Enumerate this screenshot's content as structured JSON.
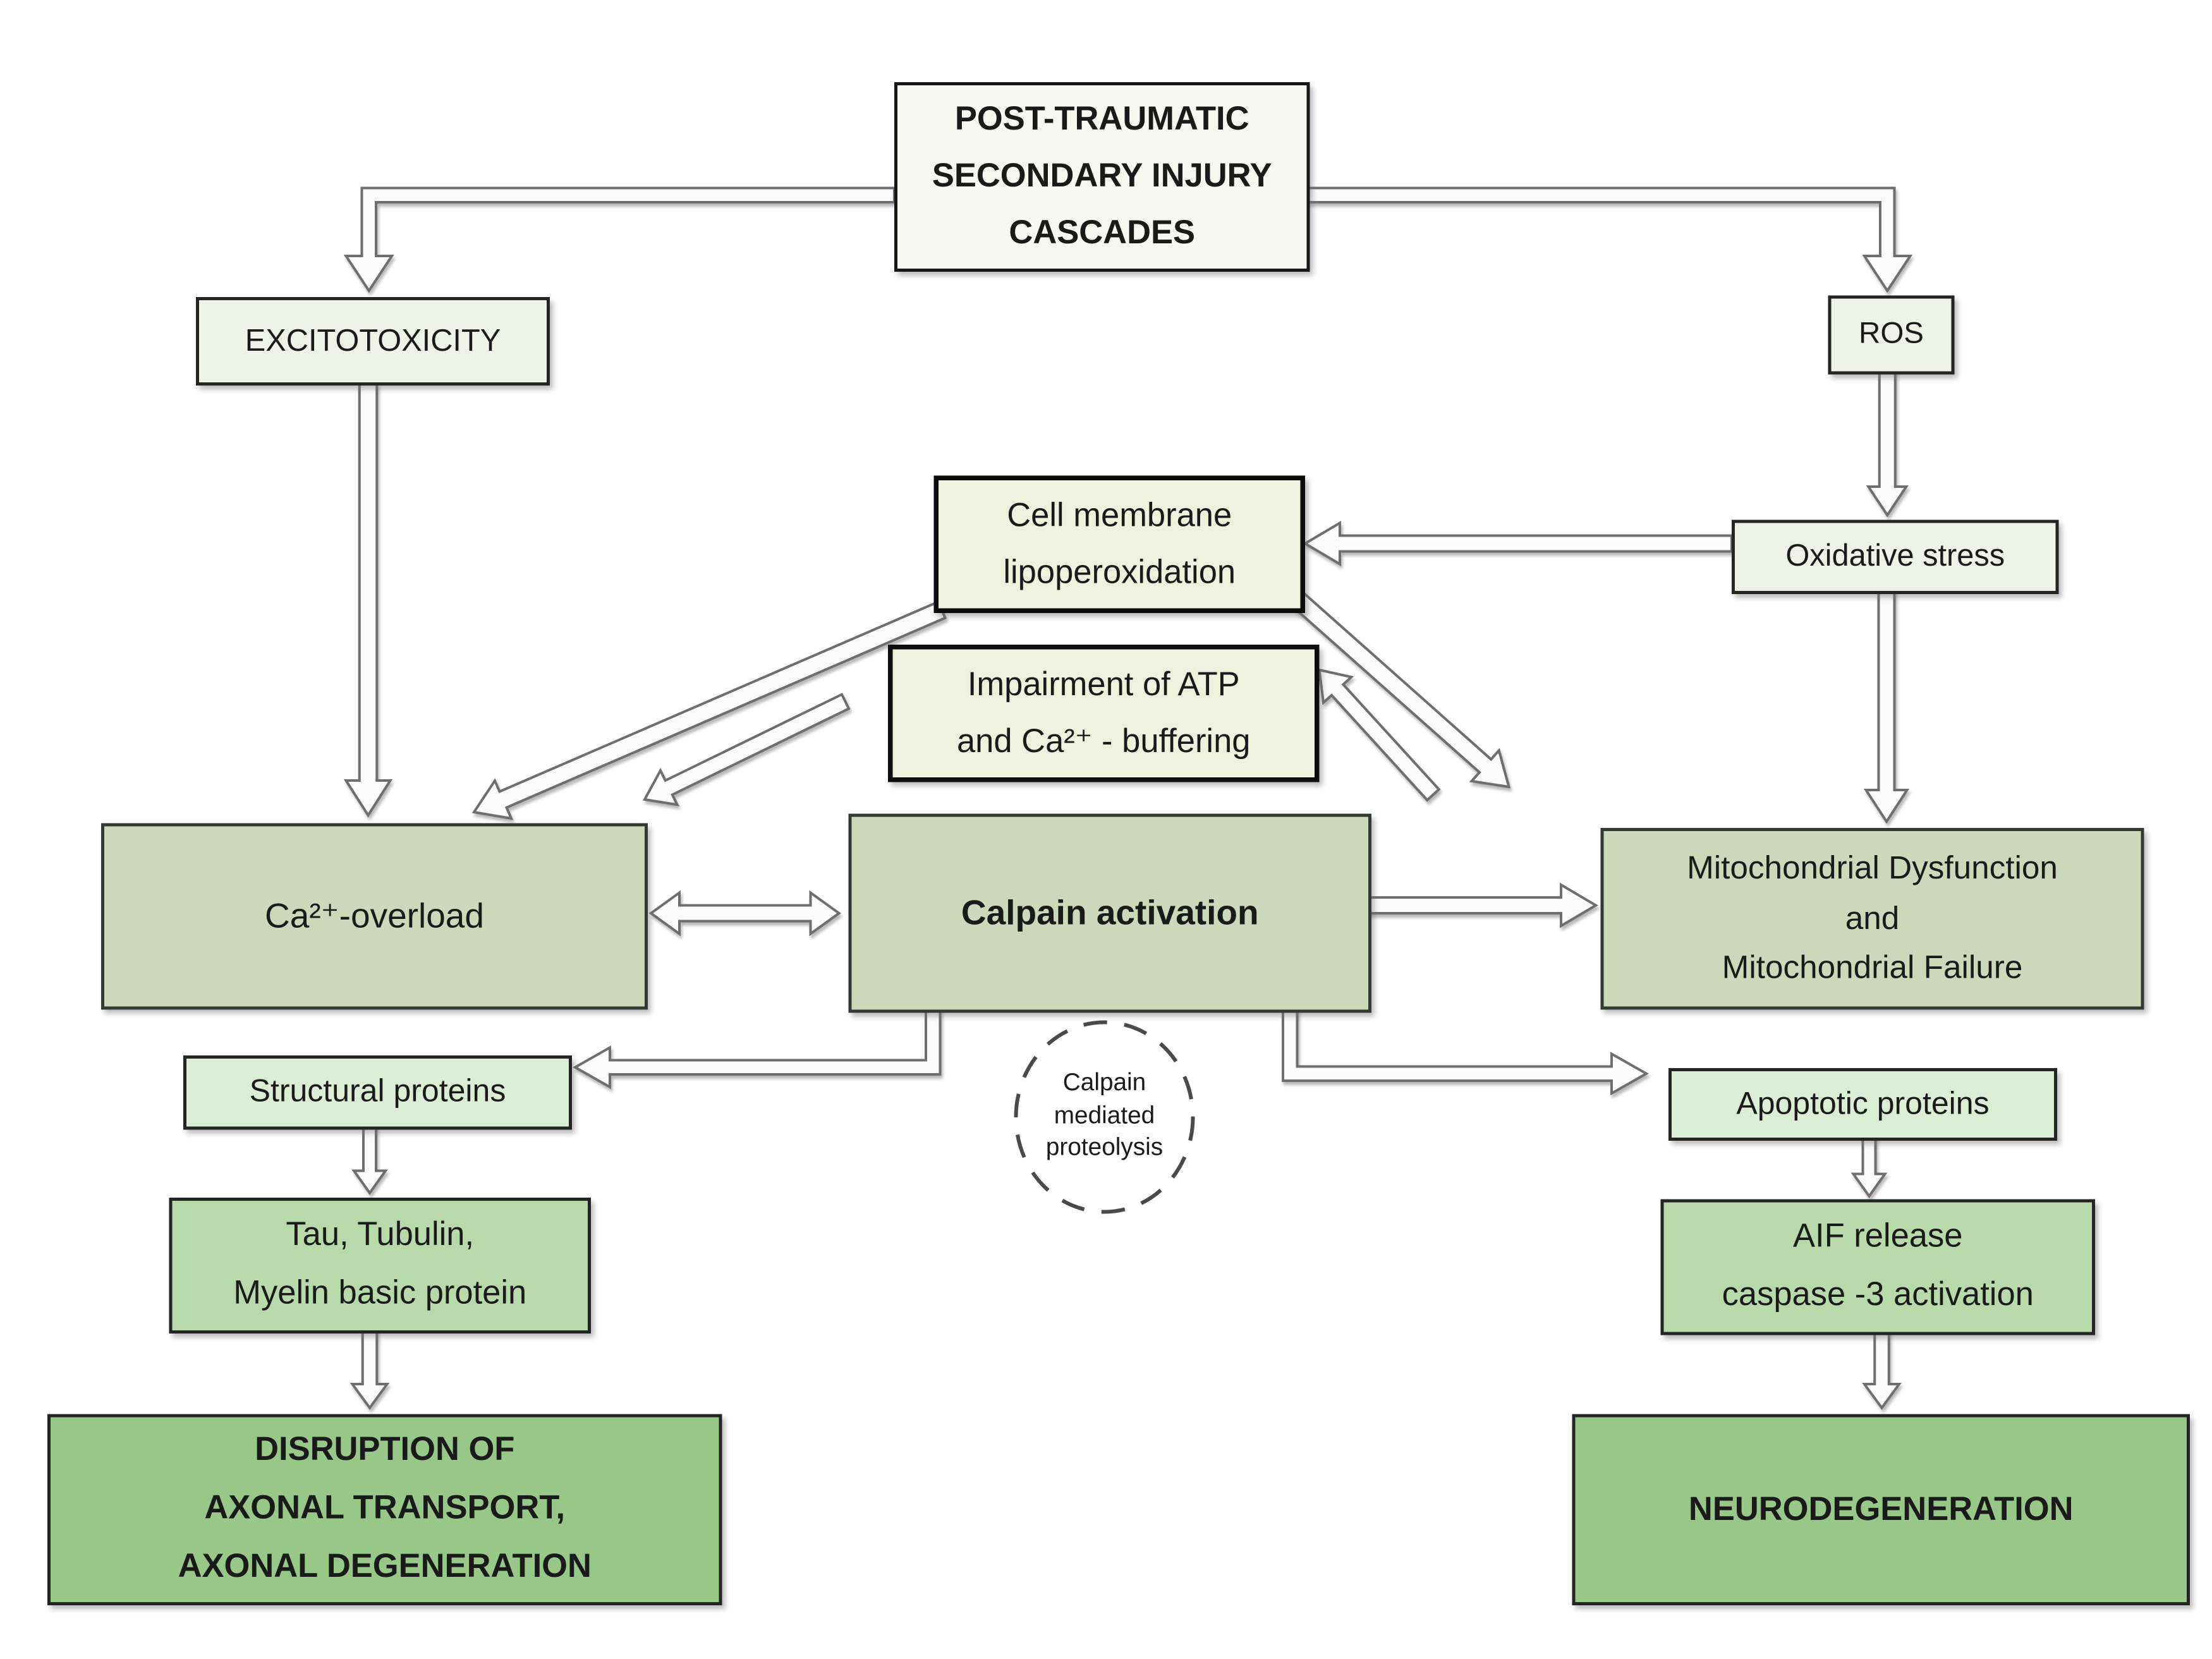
{
  "diagram_title": "POST-TRAUMATIC SECONDARY INJURY CASCADES",
  "colors": {
    "background": "#ffffff",
    "box_title": "#f7f8f2",
    "box_pale_green": "#eff2e6",
    "box_pale_green_thick_border": "#edf1dd",
    "box_sage_green": "#cdd7ba",
    "box_light_green": "#dcedd5",
    "box_medium_green": "#b8d9aa",
    "box_dark_green": "#97c888",
    "border_black": "#161616",
    "arrow_fill": "#fbfbfb",
    "arrow_outline": "#6e6e6e",
    "text": "#1a1a1a"
  },
  "nodes": {
    "title": {
      "lines": [
        "POST-TRAUMATIC",
        "SECONDARY INJURY",
        "CASCADES"
      ]
    },
    "excitotoxicity": {
      "lines": [
        "EXCITOTOXICITY"
      ]
    },
    "ros": {
      "lines": [
        "ROS"
      ]
    },
    "cell_membrane": {
      "lines": [
        "Cell membrane",
        "lipoperoxidation"
      ]
    },
    "oxidative_stress": {
      "lines": [
        "Oxidative stress"
      ]
    },
    "atp_impairment": {
      "lines": [
        "Impairment of ATP",
        "and Ca²⁺ - buffering"
      ]
    },
    "ca_overload": {
      "lines": [
        "Ca²⁺-overload"
      ]
    },
    "calpain_activation": {
      "lines": [
        "Calpain activation"
      ]
    },
    "mitochondrial": {
      "lines": [
        "Mitochondrial Dysfunction",
        "and",
        "Mitochondrial Failure"
      ]
    },
    "structural_proteins": {
      "lines": [
        "Structural proteins"
      ]
    },
    "calpain_proteolysis": {
      "lines": [
        "Calpain",
        "mediated",
        "proteolysis"
      ]
    },
    "apoptotic_proteins": {
      "lines": [
        "Apoptotic proteins"
      ]
    },
    "tau_tubulin": {
      "lines": [
        "Tau, Tubulin,",
        "Myelin basic protein"
      ]
    },
    "aif_release": {
      "lines": [
        "AIF release",
        "caspase -3 activation"
      ]
    },
    "disruption": {
      "lines": [
        "DISRUPTION OF",
        "AXONAL TRANSPORT,",
        "AXONAL DEGENERATION"
      ]
    },
    "neurodegeneration": {
      "lines": [
        "NEURODEGENERATION"
      ]
    }
  }
}
